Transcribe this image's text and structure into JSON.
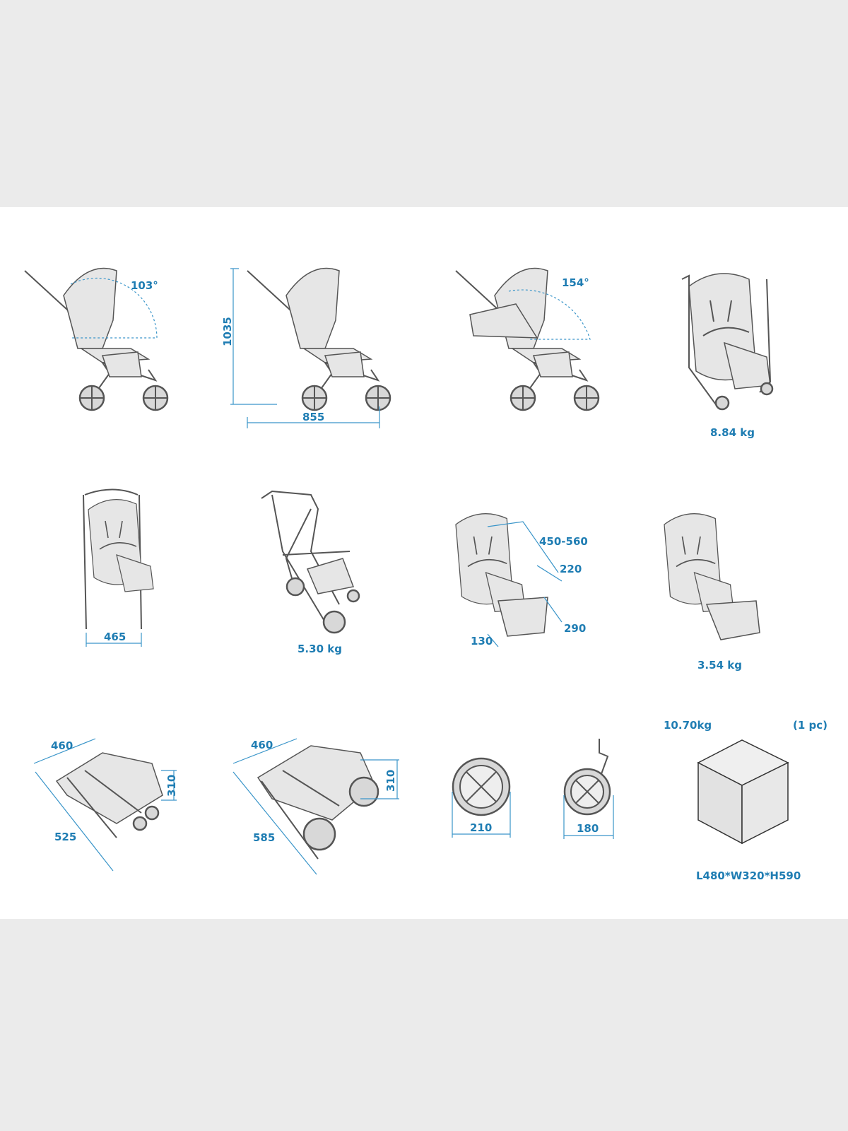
{
  "colors": {
    "label": "#1f7db3",
    "background": "#ebebeb",
    "panel": "#ffffff"
  },
  "row1": {
    "recline_upright": "103°",
    "height": "1035",
    "length": "855",
    "recline_flat": "154°",
    "stroller_weight": "8.84 kg"
  },
  "row2": {
    "width": "465",
    "frame_weight": "5.30 kg",
    "seat_height": "450-560",
    "seat_depth": "220",
    "seat_length": "290",
    "footrest": "130",
    "seat_weight": "3.54 kg"
  },
  "row3": {
    "fold1_width": "460",
    "fold1_height": "310",
    "fold1_length": "525",
    "fold2_width": "460",
    "fold2_height": "310",
    "fold2_length": "585",
    "rear_wheel": "210",
    "front_wheel": "180",
    "box_weight": "10.70kg",
    "box_qty": "(1 pc)",
    "box_dims": "L480*W320*H590"
  }
}
